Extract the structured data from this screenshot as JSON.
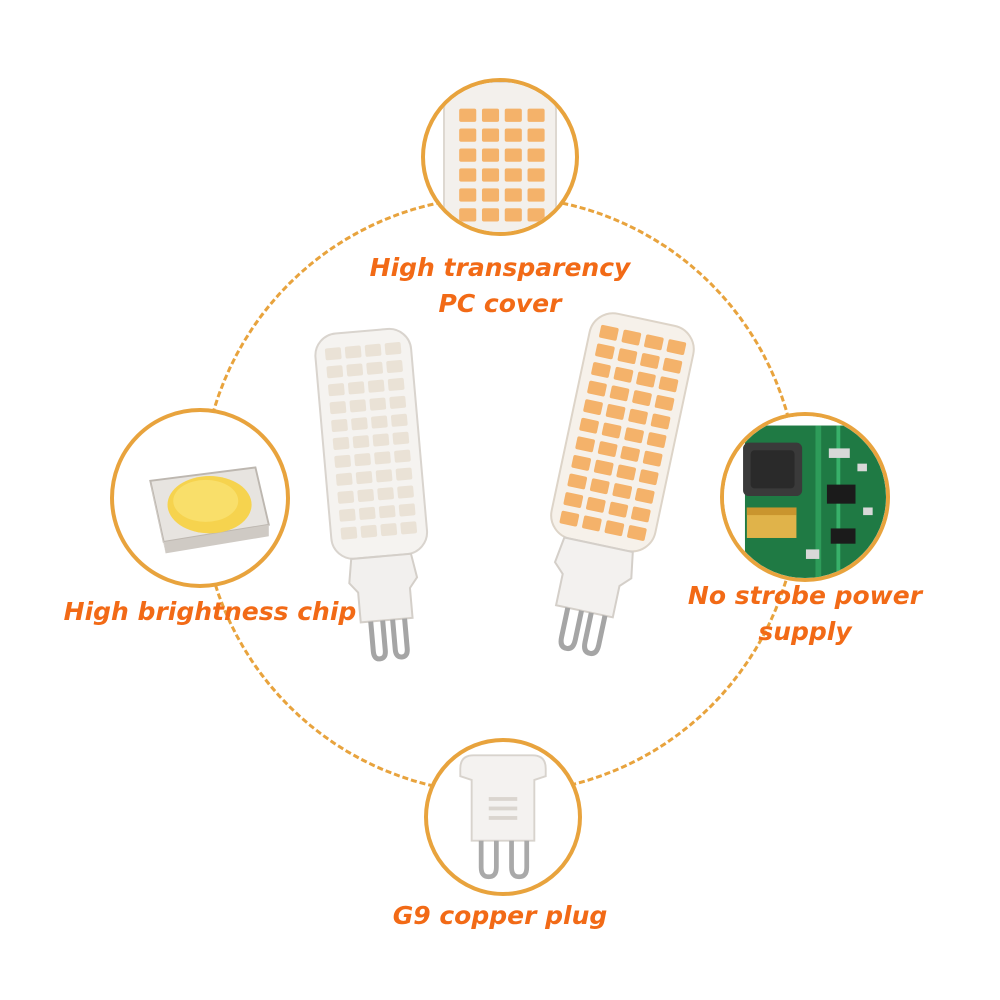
{
  "colors": {
    "accent": "#e8a33d",
    "label_text": "#f26a16",
    "led_amber": "#f4b26a",
    "led_chip": "#f6d34e",
    "pcb_green": "#1f7a44"
  },
  "labels": {
    "top": [
      "High transparency",
      "PC cover"
    ],
    "left": "High brightness chip",
    "right": [
      "No strobe power",
      "supply"
    ],
    "bottom": "G9 copper plug"
  },
  "icons": {
    "top": "pc-cover-icon",
    "left": "smd-led-chip-icon",
    "right": "circuit-board-icon",
    "bottom": "g9-plug-icon"
  },
  "products": [
    "led-bulb-cool-icon",
    "led-bulb-warm-icon"
  ]
}
